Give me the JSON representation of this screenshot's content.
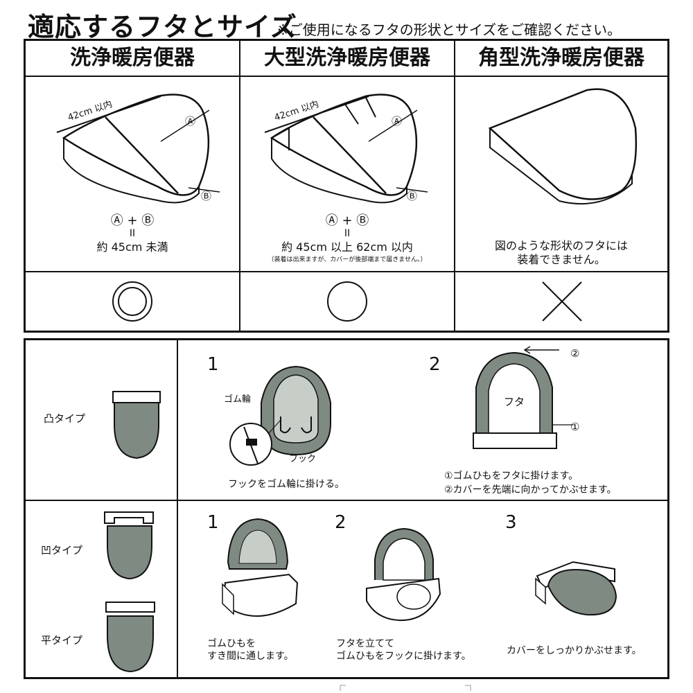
{
  "header": {
    "title": "適応するフタとサイズ",
    "subtitle": "※ご使用になるフタの形状とサイズをご確認ください。"
  },
  "size_table": {
    "columns": [
      {
        "heading": "洗浄暖房便器",
        "dimension_label": "42cm 以内",
        "marker_a": "Ⓐ",
        "marker_b": "Ⓑ",
        "formula": "Ⓐ + Ⓑ",
        "equals": "II",
        "size_text": "約 45cm 未満",
        "note": "",
        "fit_symbol": "◎"
      },
      {
        "heading": "大型洗浄暖房便器",
        "dimension_label": "42cm 以内",
        "marker_a": "Ⓐ",
        "marker_b": "Ⓑ",
        "formula": "Ⓐ + Ⓑ",
        "equals": "II",
        "size_text": "約 45cm 以上 62cm 以内",
        "note": "（装着は出来ますが、カバーが後部端まで届きません。）",
        "fit_symbol": "○"
      },
      {
        "heading": "角型洗浄暖房便器",
        "caption_line1": "図のような形状のフタには",
        "caption_line2": "装着できません。",
        "fit_symbol": "×"
      }
    ]
  },
  "install": {
    "convex": {
      "type_label": "凸タイプ",
      "step1_num": "1",
      "step1_rubber_label": "ゴム輪",
      "step1_hook_label": "フック",
      "step1_text": "フックをゴム輪に掛ける。",
      "step2_num": "2",
      "step2_lid_label": "フタ",
      "step2_marker1": "①",
      "step2_marker2": "②",
      "step2_text1": "①ゴムひもをフタに掛けます。",
      "step2_text2": "②カバーを先端に向かってかぶせます。"
    },
    "concave": {
      "type_label": "凹タイプ",
      "flat_type_label": "平タイプ",
      "step1_num": "1",
      "step1_text1": "ゴムひもを",
      "step1_text2": "すき間に通します。",
      "step2_num": "2",
      "step2_text1": "フタを立てて",
      "step2_text2": "ゴムひもをフックに掛けます。",
      "step3_num": "3",
      "step3_text": "カバーをしっかりかぶせます。"
    }
  },
  "colors": {
    "cover_gray": "#7f8a82",
    "cover_light": "#c7cec8",
    "line": "#111111"
  }
}
